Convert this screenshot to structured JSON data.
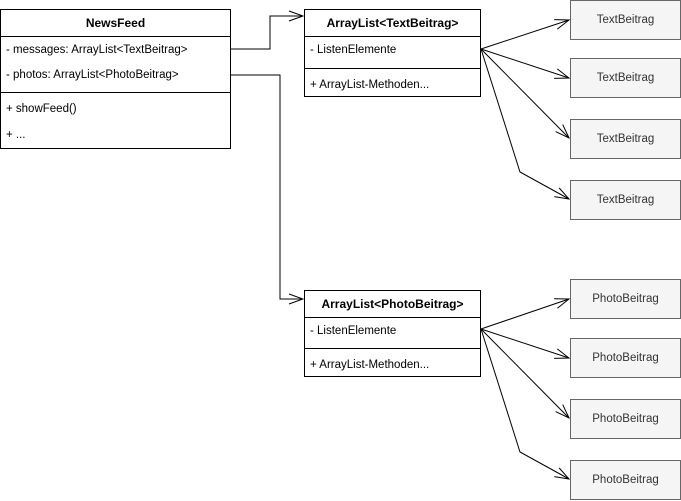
{
  "newsfeed": {
    "title": "NewsFeed",
    "attributes": [
      "- messages: ArrayList<TextBeitrag>",
      "- photos: ArrayList<PhotoBeitrag>"
    ],
    "methods": [
      "+ showFeed()",
      "+ ..."
    ]
  },
  "text_list": {
    "title": "ArrayList<TextBeitrag>",
    "attribute": "- ListenElemente",
    "method": "+ ArrayList-Methoden..."
  },
  "photo_list": {
    "title": "ArrayList<PhotoBeitrag>",
    "attribute": "- ListenElemente",
    "method": "+ ArrayList-Methoden..."
  },
  "text_items": [
    "TextBeitrag",
    "TextBeitrag",
    "TextBeitrag",
    "TextBeitrag"
  ],
  "photo_items": [
    "PhotoBeitrag",
    "PhotoBeitrag",
    "PhotoBeitrag",
    "PhotoBeitrag"
  ]
}
